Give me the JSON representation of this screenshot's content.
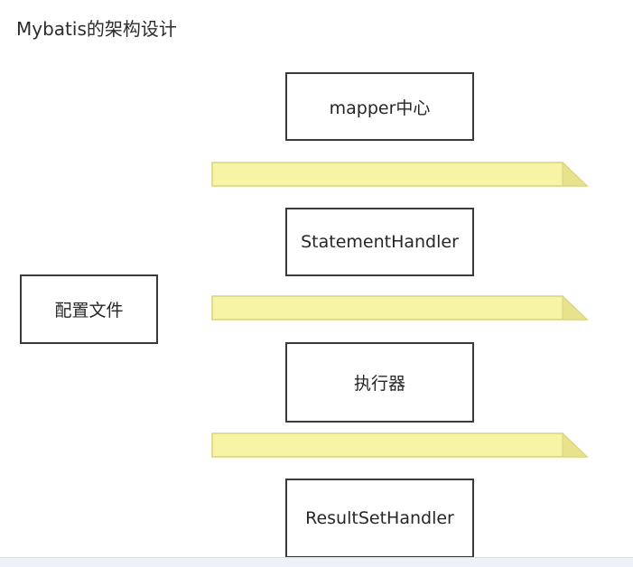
{
  "header": {
    "title": "Mybatis的架构设计"
  },
  "diagram": {
    "layers": [
      {
        "label": "mapper中心"
      },
      {
        "label": "StatementHandler"
      },
      {
        "label": "执行器"
      },
      {
        "label": "ResultSetHandler"
      }
    ],
    "side_node": {
      "label": "配置文件"
    },
    "band_colors": {
      "fill": "#f7f4a6",
      "stroke": "#d9d37a",
      "fold": "#e9e28c"
    },
    "box_border_color": "#3a3a3a"
  }
}
